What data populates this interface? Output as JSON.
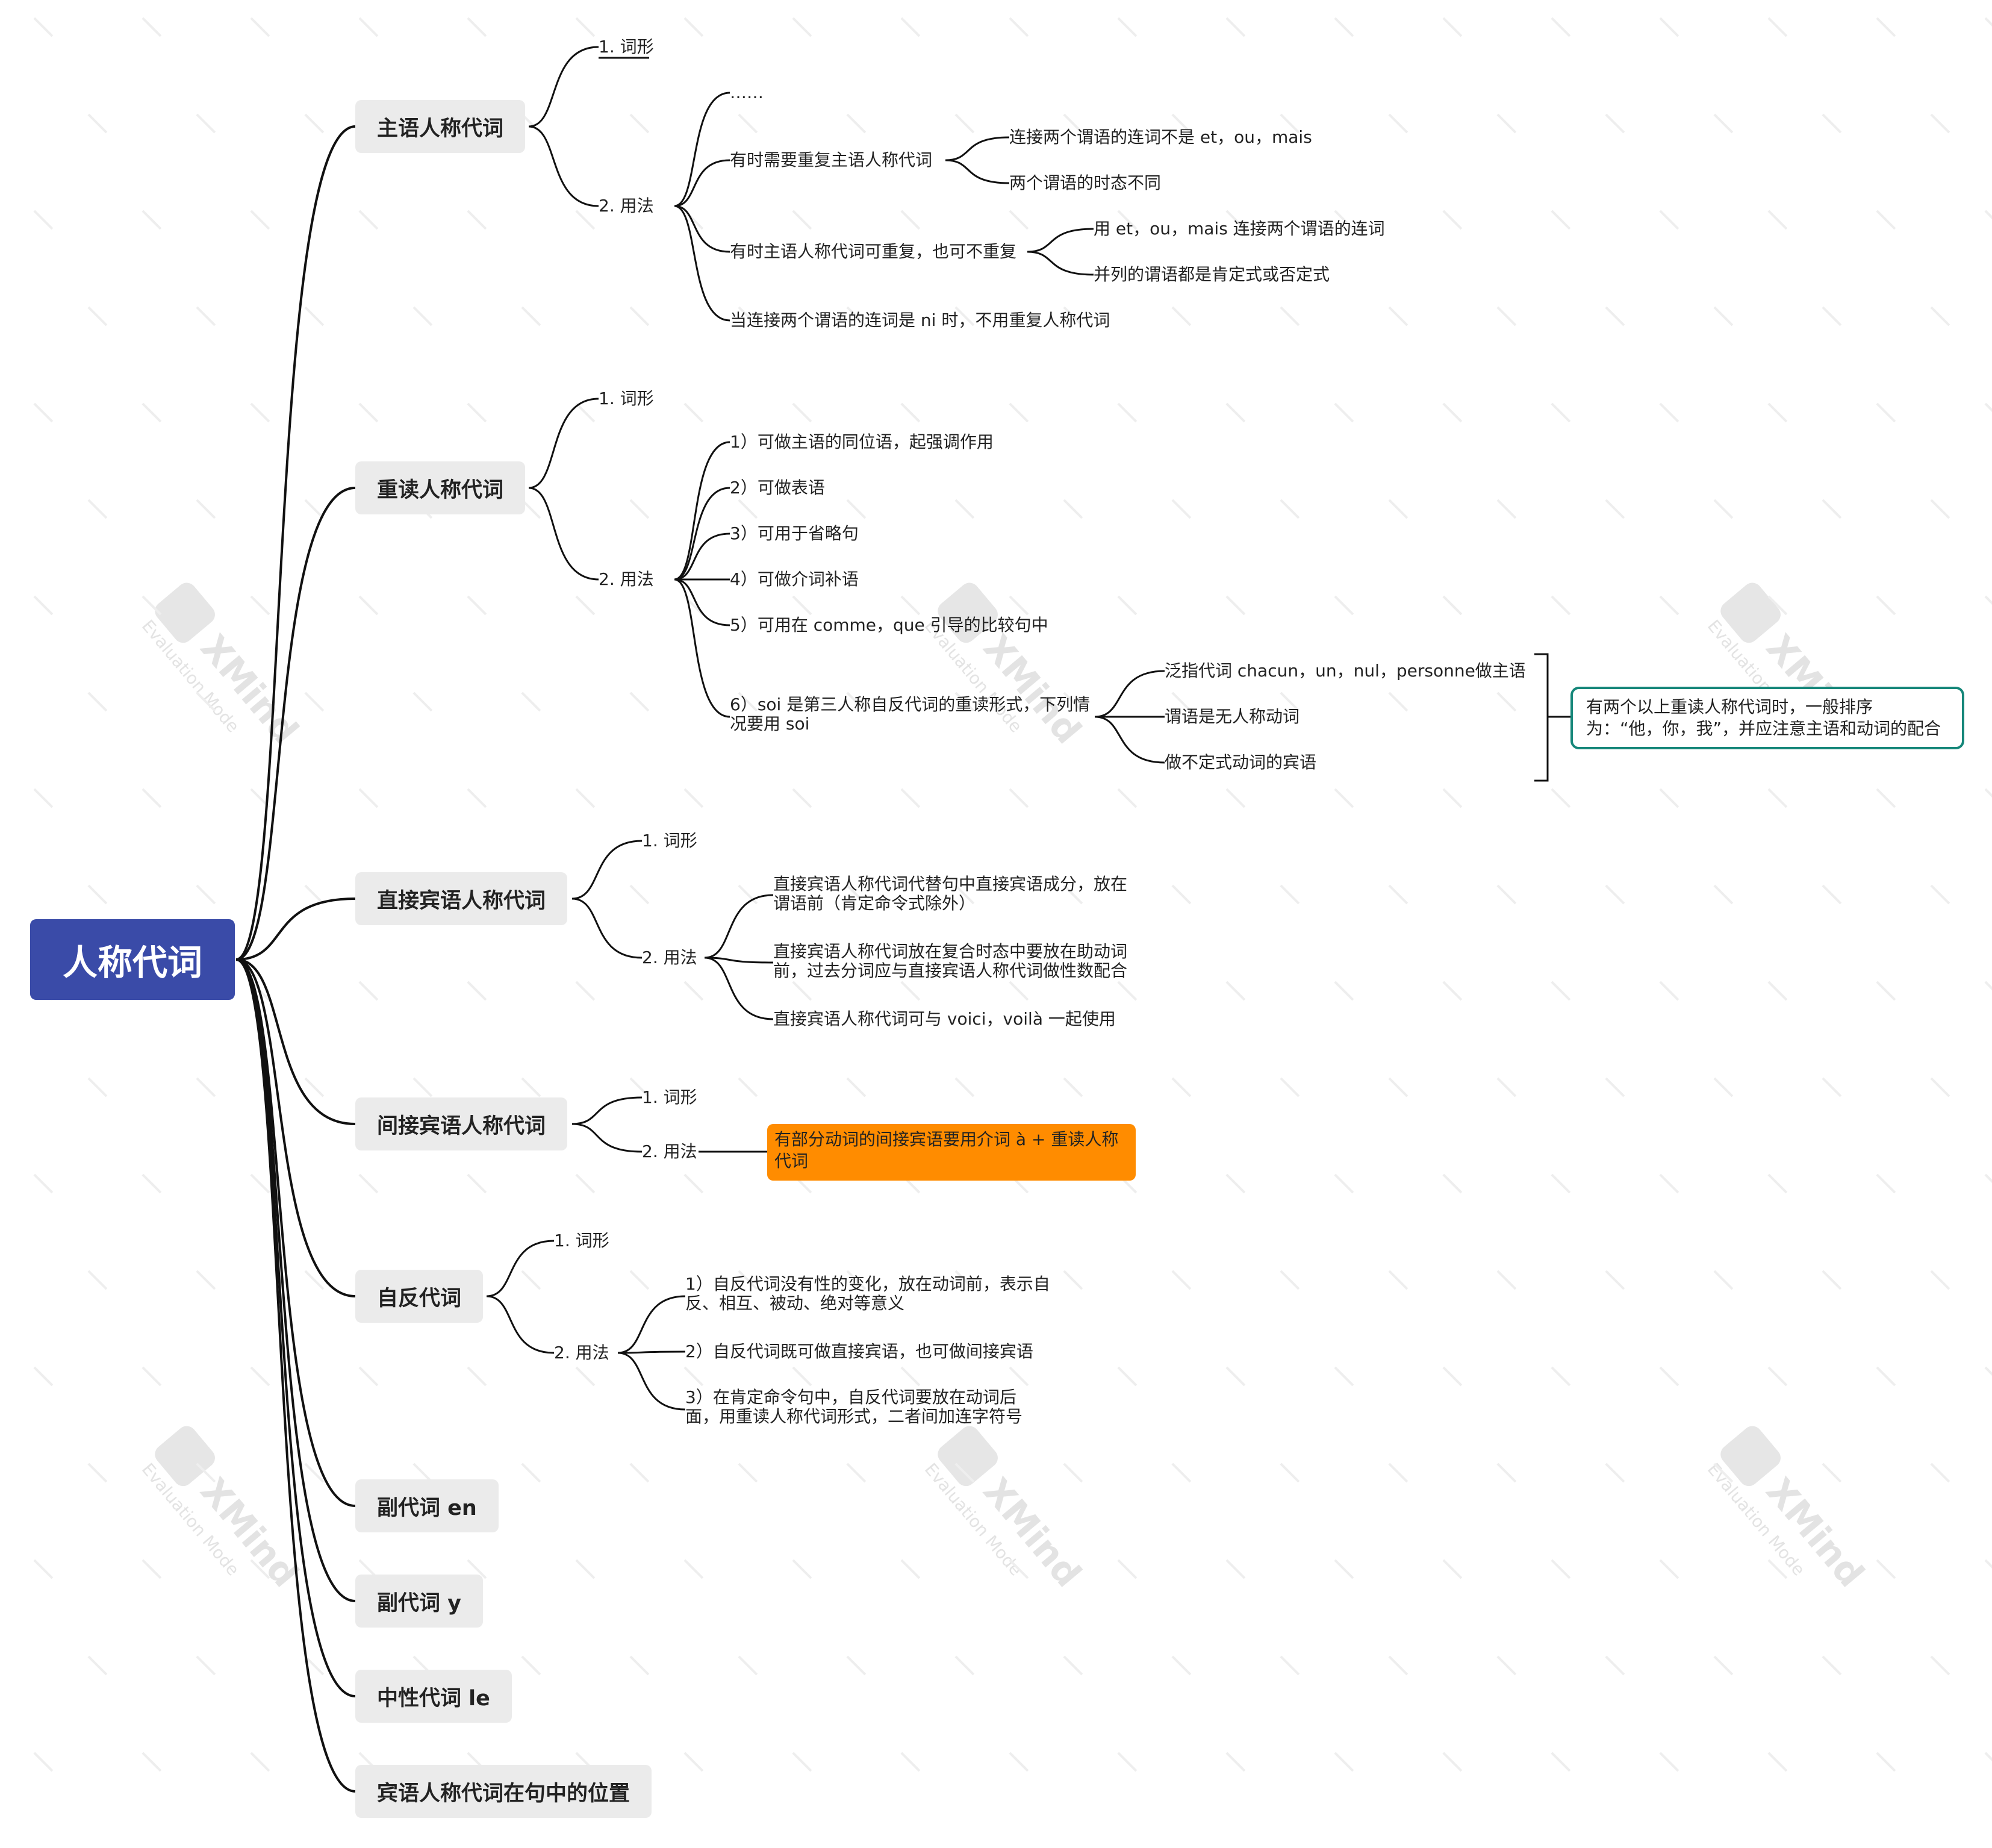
{
  "central": "人称代词",
  "watermark": {
    "brand": "XMind",
    "mode": "Evaluation Mode",
    "logo_glyph": "✕"
  },
  "branches": {
    "subject": {
      "title": "主语人称代词",
      "form": "1. 词形",
      "usage": "2. 用法",
      "u1": "……",
      "u2": "有时需要重复主语人称代词",
      "u2a": "连接两个谓语的连词不是 et，ou，mais",
      "u2b": "两个谓语的时态不同",
      "u3": "有时主语人称代词可重复，也可不重复",
      "u3a": "用 et，ou，mais 连接两个谓语的连词",
      "u3b": "并列的谓语都是肯定式或否定式",
      "u4": "当连接两个谓语的连词是 ni 时，不用重复人称代词"
    },
    "stressed": {
      "title": "重读人称代词",
      "form": "1. 词形",
      "usage": "2. 用法",
      "u1": "1）可做主语的同位语，起强调作用",
      "u2": "2）可做表语",
      "u3": "3）可用于省略句",
      "u4": "4）可做介词补语",
      "u5": "5）可用在 comme，que 引导的比较句中",
      "u6": "6）soi 是第三人称自反代词的重读形式，下列情况要用 soi",
      "u6a": "泛指代词 chacun，un，nul，personne做主语",
      "u6b": "谓语是无人称动词",
      "u6c": "做不定式动词的宾语",
      "note": "有两个以上重读人称代词时，一般排序为：“他，你，我”，并应注意主语和动词的配合"
    },
    "direct": {
      "title": "直接宾语人称代词",
      "form": "1. 词形",
      "usage": "2. 用法",
      "u1": "直接宾语人称代词代替句中直接宾语成分，放在谓语前（肯定命令式除外）",
      "u2": "直接宾语人称代词放在复合时态中要放在助动词前，过去分词应与直接宾语人称代词做性数配合",
      "u3": "直接宾语人称代词可与 voici，voilà 一起使用"
    },
    "indirect": {
      "title": "间接宾语人称代词",
      "form": "1. 词形",
      "usage": "2. 用法",
      "u1": "有部分动词的间接宾语要用介词 à + 重读人称代词"
    },
    "reflexive": {
      "title": "自反代词",
      "form": "1. 词形",
      "usage": "2. 用法",
      "u1": "1）自反代词没有性的变化，放在动词前，表示自反、相互、被动、绝对等意义",
      "u2": "2）自反代词既可做直接宾语，也可做间接宾语",
      "u3": "3）在肯定命令句中，自反代词要放在动词后面，用重读人称代词形式，二者间加连字符号"
    },
    "en": {
      "title": "副代词 en"
    },
    "y": {
      "title": "副代词 y"
    },
    "le": {
      "title": "中性代词 le"
    },
    "position": {
      "title": "宾语人称代词在句中的位置"
    }
  },
  "colors": {
    "central": "#3a4ba8",
    "main_bg": "#ebebeb",
    "orange": "#ff8c00",
    "note_border": "#16877a",
    "line": "#111111"
  }
}
